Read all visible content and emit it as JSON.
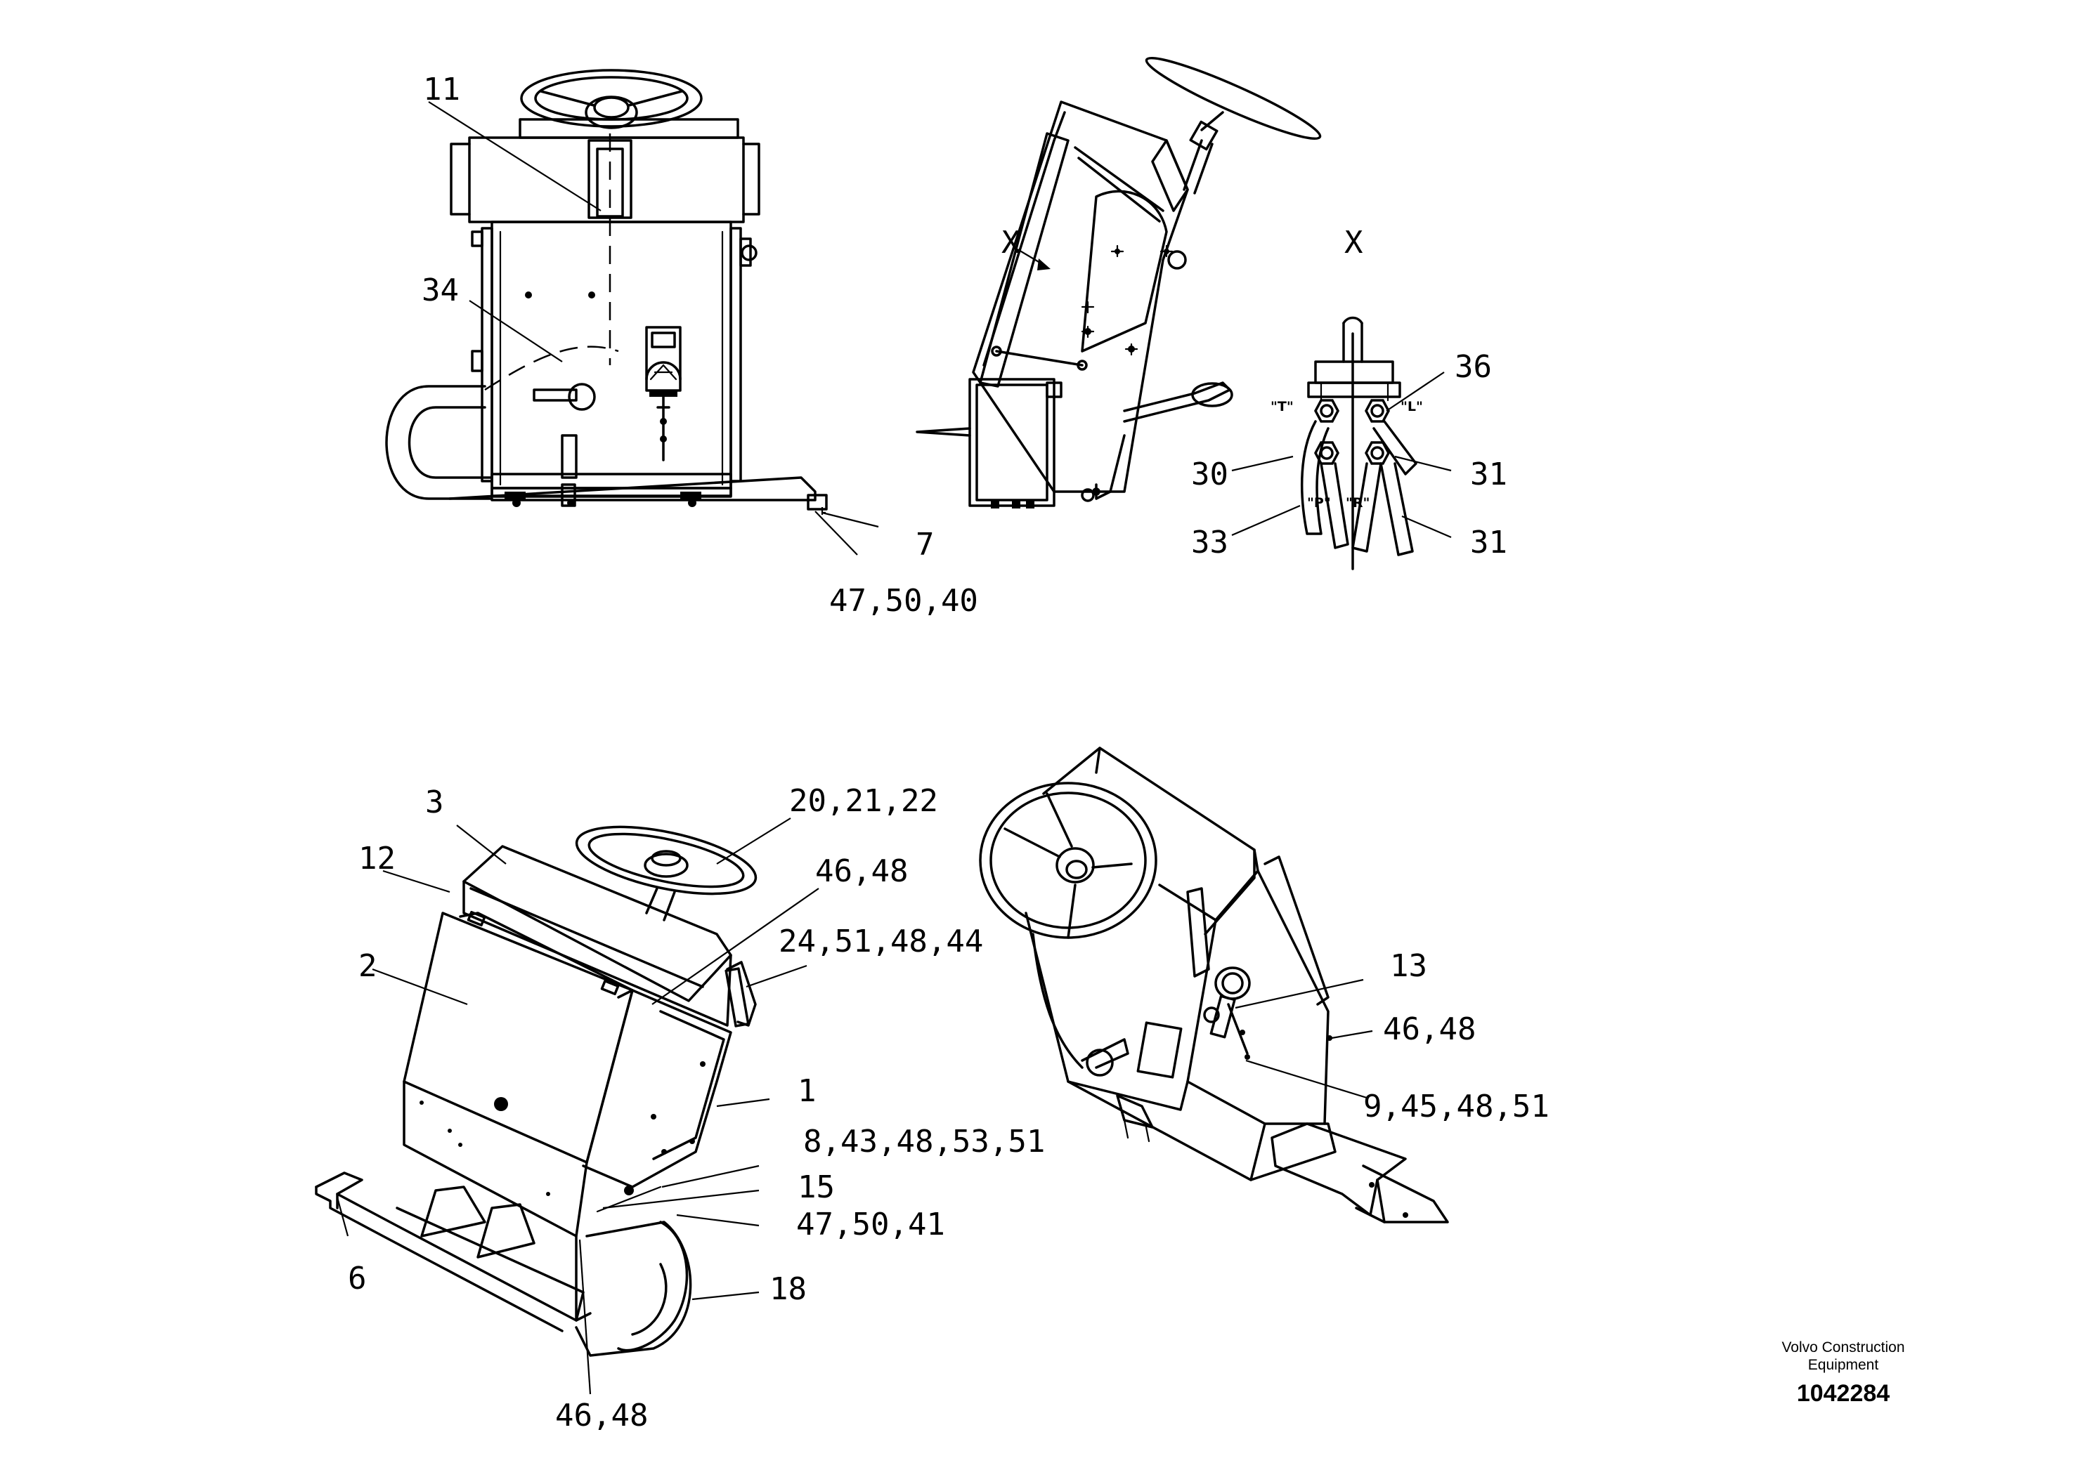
{
  "views": {
    "view_x_label": "X",
    "section_x_label": "X"
  },
  "callouts": {
    "c11": "11",
    "c34": "34",
    "c7": "7",
    "c47_50_40": "47,50,40",
    "c36": "36",
    "c30": "30",
    "c31a": "31",
    "c33": "33",
    "c31b": "31",
    "c3": "3",
    "c20_21_22": "20,21,22",
    "c12": "12",
    "c46_48a": "46,48",
    "c24_51_48_44": "24,51,48,44",
    "c2": "2",
    "c1": "1",
    "c8_43_48_53_51": "8,43,48,53,51",
    "c15": "15",
    "c47_50_41": "47,50,41",
    "c6": "6",
    "c18": "18",
    "c46_48b": "46,48",
    "c13": "13",
    "c46_48c": "46,48",
    "c9_45_48_51": "9,45,48,51"
  },
  "port_labels": {
    "T": "\"T\"",
    "L": "\"L\"",
    "P": "\"P\"",
    "R": "\"R\""
  },
  "footer": {
    "company_line1": "Volvo Construction",
    "company_line2": "Equipment",
    "part_number": "1042284"
  }
}
